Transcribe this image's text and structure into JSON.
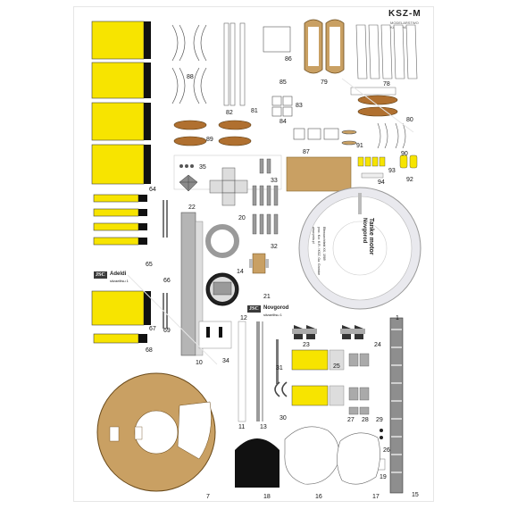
{
  "header": {
    "brand": "KSZ-M",
    "brand_sub": "MODELARSTWO KARTONOWE"
  },
  "labels_left": {
    "tag1_title": "JSC",
    "tag1_name": "Adeldi",
    "tag1_sub": "sitzaelitsu 1",
    "tag2_title": "JSC",
    "tag2_name": "Novgorod",
    "tag2_sub": "sitzaelitsu 1"
  },
  "circle_text": {
    "title": "Tanke motor",
    "subtitle": "Novgorod",
    "lines": [
      "Ethnoarchitekt XX, 1989",
      "proc. Krz. K.R. / KSZ, Ga. Grosske",
      "www.psla.pl"
    ]
  },
  "part_numbers": [
    "1",
    "7",
    "10",
    "11",
    "12",
    "13",
    "14",
    "15",
    "16",
    "17",
    "18",
    "19",
    "20",
    "21",
    "22",
    "23",
    "24",
    "25",
    "26",
    "27",
    "28",
    "29",
    "30",
    "31",
    "32",
    "33",
    "34",
    "35",
    "64",
    "65",
    "66",
    "67",
    "68",
    "69",
    "78",
    "79",
    "80",
    "81",
    "82",
    "83",
    "84",
    "85",
    "86",
    "87",
    "88",
    "89",
    "90",
    "91",
    "92",
    "93",
    "94"
  ],
  "colors": {
    "yellow": "#f7e400",
    "wood": "#c9a063",
    "dark": "#1a1a1a",
    "grey": "#9a9a9a"
  }
}
